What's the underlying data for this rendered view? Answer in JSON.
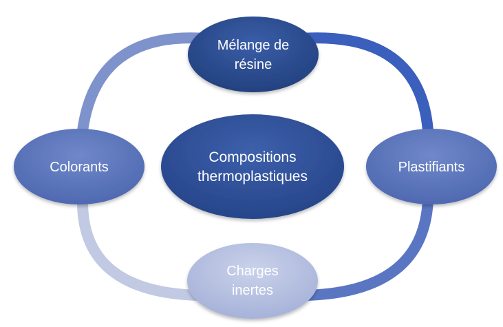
{
  "diagram": {
    "center": {
      "line1": "Compositions",
      "line2": "thermoplastiques"
    },
    "nodes": {
      "top": {
        "line1": "Mélange de",
        "line2": "résine"
      },
      "left": {
        "line1": "Colorants"
      },
      "right": {
        "line1": "Plastifiants"
      },
      "bottom": {
        "line1": "Charges",
        "line2": "inertes"
      }
    }
  },
  "colors": {
    "ring_left": "#7e93cc",
    "ring_right": "#3b5fbd",
    "ring_bottom_left": "#c1c9e3",
    "ring_bottom_right": "#5a76c3",
    "center_fill": "#2f509a",
    "top_fill": "#2c4c94",
    "side_fill": "#5a74bd",
    "bottom_fill": "#b3bddf"
  }
}
